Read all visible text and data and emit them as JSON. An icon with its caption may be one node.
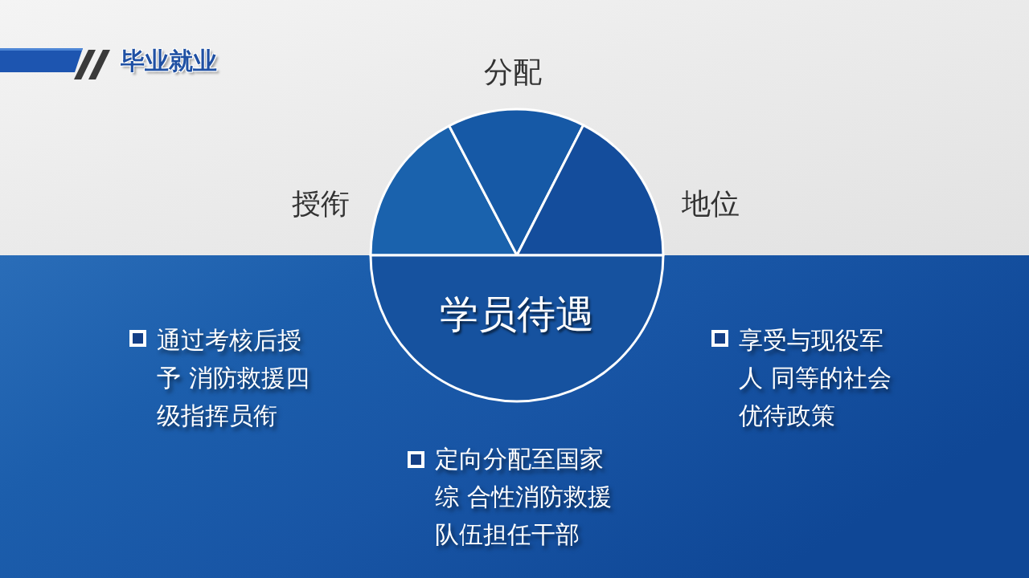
{
  "diagram": {
    "title": "毕业就业",
    "nodes": [
      {
        "text": [
          "授衔"
        ]
      },
      {
        "text": [
          "分配"
        ]
      },
      {
        "text": [
          "地位"
        ]
      },
      {
        "text": [
          "学员待遇"
        ]
      }
    ],
    "labels": [
      "通过考核后授予 消防救援四级指挥员衔",
      "享受与现役军人 同等的社会优待政策",
      "定向分配至国家综 合性消防救援队伍担任干部"
    ]
  }
}
